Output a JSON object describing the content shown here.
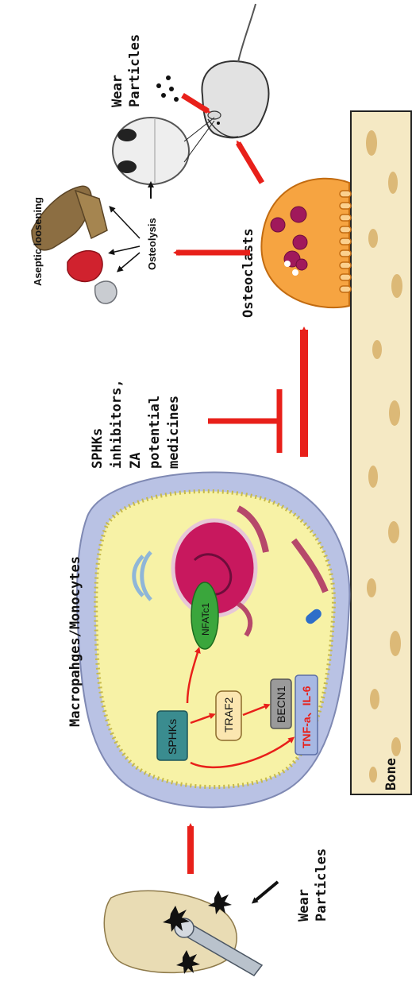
{
  "labels": {
    "wear_particles_top_1": "Wear",
    "wear_particles_top_2": "Particles",
    "aseptic_loosening": "Aseptic loosening",
    "osteolysis": "Osteolysis",
    "osteoclasts": "Osteoclasts",
    "medicines_1": "SPHKs",
    "medicines_2": "inhibitors,",
    "medicines_3": "ZA",
    "medicines_4": "potential",
    "medicines_5": "medicines",
    "cell_type": "Macropahges/Monocytes",
    "nfatc1": "NFATc1",
    "sphks": "SPHKs",
    "traf2": "TRAF2",
    "becn1": "BECN1",
    "cytokines": "TNF-a、IL-6",
    "bone": "Bone",
    "wear_particles_bottom_1": "Wear",
    "wear_particles_bottom_2": "Particles"
  },
  "colors": {
    "arrow_red": "#e8201a",
    "bone_fill": "#f5e9c4",
    "cell_fill": "#f7f2a6",
    "cell_outer": "#b9c2e4",
    "nucleus": "#c8185e",
    "osteoclast": "#f6a441",
    "nfatc1_fill": "#3aa63c",
    "sphks_fill": "#3a8c8f",
    "traf2_fill": "#fbe6b0",
    "becn1_fill": "#9a9a9a",
    "cytokine_fill": "#a7b8e3"
  }
}
